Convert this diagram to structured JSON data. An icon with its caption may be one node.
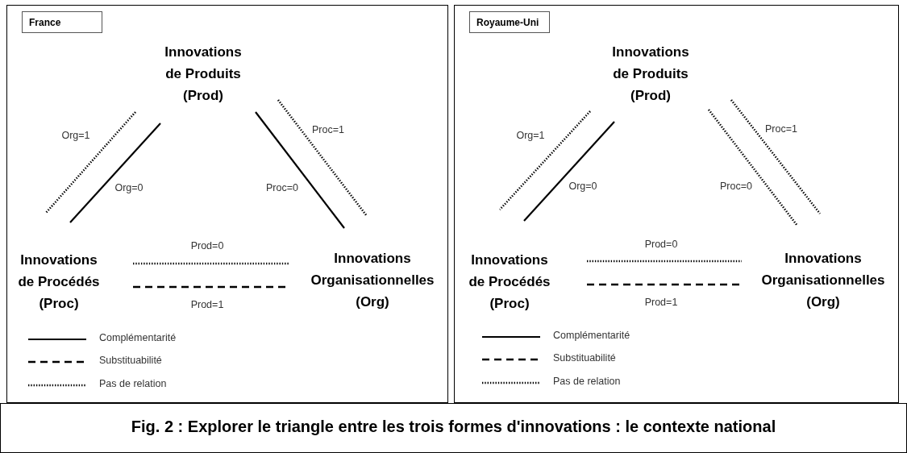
{
  "diagram": {
    "caption": "Fig. 2 : Explorer le triangle entre les trois formes d'innovations : le contexte national",
    "nodes": [
      {
        "text": [
          "France"
        ]
      },
      {
        "text": [
          "Innovations de Produits (Prod)"
        ],
        "in": 0
      },
      {
        "text": [
          "Innovations de Procédés (Proc)"
        ],
        "in": 0
      },
      {
        "text": [
          "Innovations Organisationnelles (Org)"
        ],
        "in": 0
      },
      {
        "text": [
          "Royaume-Uni"
        ]
      },
      {
        "text": [
          "Innovations de Produits (Prod)"
        ],
        "in": 4
      },
      {
        "text": [
          "Innovations de Procédés (Proc)"
        ],
        "in": 4
      },
      {
        "text": [
          "Innovations Organisationnelles (Org)"
        ],
        "in": 4
      }
    ],
    "edges": [
      {
        "from": 1,
        "to": 2,
        "arrow": "none",
        "label": "Org=1",
        "style": "dashed"
      },
      {
        "from": 1,
        "to": 2,
        "arrow": "none",
        "label": "Org=0"
      },
      {
        "from": 1,
        "to": 3,
        "arrow": "none",
        "label": "Proc=0"
      },
      {
        "from": 1,
        "to": 3,
        "arrow": "none",
        "label": "Proc=1",
        "style": "dashed"
      },
      {
        "from": 2,
        "to": 3,
        "arrow": "none",
        "label": "Prod=0",
        "style": "dashed"
      },
      {
        "from": 2,
        "to": 3,
        "arrow": "none",
        "label": "Prod=1",
        "style": "dashed"
      },
      {
        "from": 5,
        "to": 6,
        "arrow": "none",
        "label": "Org=1",
        "style": "dashed"
      },
      {
        "from": 5,
        "to": 6,
        "arrow": "none",
        "label": "Org=0"
      },
      {
        "from": 5,
        "to": 7,
        "arrow": "none",
        "label": "Proc=0",
        "style": "dashed"
      },
      {
        "from": 5,
        "to": 7,
        "arrow": "none",
        "label": "Proc=1",
        "style": "dashed"
      },
      {
        "from": 6,
        "to": 7,
        "arrow": "none",
        "label": "Prod=0",
        "style": "dashed"
      },
      {
        "from": 6,
        "to": 7,
        "arrow": "none",
        "label": "Prod=1",
        "style": "dashed"
      }
    ],
    "legend": [
      {
        "text": "Complémentarité"
      },
      {
        "text": "Substituabilité"
      },
      {
        "text": "Pas de relation"
      },
      {
        "text": "Complémentarité"
      },
      {
        "text": "Substituabilité"
      },
      {
        "text": "Pas de relation"
      }
    ]
  }
}
